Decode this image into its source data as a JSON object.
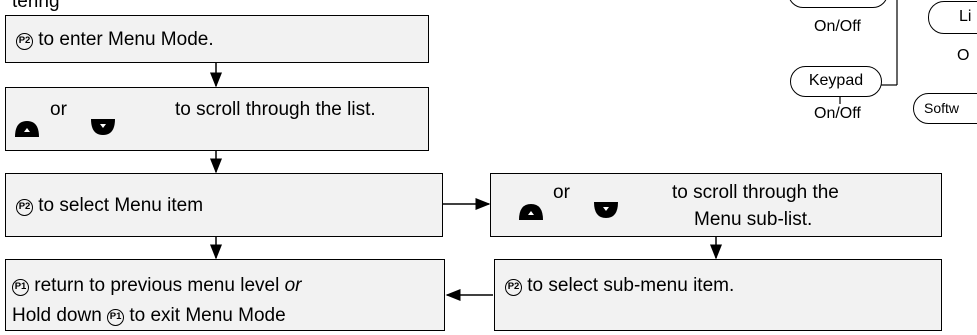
{
  "top_clip_text": "tering",
  "steps": {
    "enter": {
      "badge": "P2",
      "text": "to enter Menu Mode."
    },
    "scroll": {
      "or": "or",
      "text": "to scroll through the list."
    },
    "select": {
      "badge": "P2",
      "text": "to select Menu item"
    },
    "subscroll": {
      "or": "or",
      "text_line1": "to scroll through the",
      "text_line2": "Menu sub-list."
    },
    "subselect": {
      "badge": "P2",
      "text": "to select sub-menu item."
    },
    "return": {
      "badge1": "P1",
      "line1_text": "return to previous menu level ",
      "line1_em": "or",
      "line2_text": "Hold down",
      "badge2": "P1",
      "line2_text_end": "to exit Menu Mode"
    }
  },
  "menu_tree": {
    "top_onoff": "On/Off",
    "light_pill": "Li",
    "light_onoff": "O",
    "keypad_pill": "Keypad",
    "keypad_onoff": "On/Off",
    "software_pill": "Softw"
  },
  "icons": {
    "up": "arrow-up-button-icon",
    "down": "arrow-down-button-icon",
    "badge": "p-button-icon"
  }
}
